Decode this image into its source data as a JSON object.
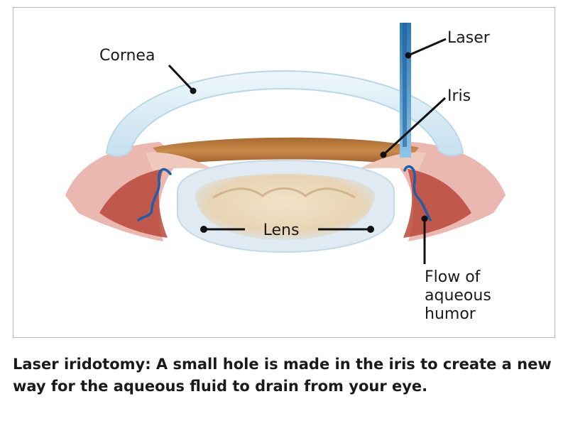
{
  "labels": {
    "cornea": "Cornea",
    "laser": "Laser",
    "iris": "Iris",
    "lens": "Lens",
    "flow_line1": "Flow of",
    "flow_line2": "aqueous",
    "flow_line3": "humor"
  },
  "caption": "Laser iridotomy: A small hole is made in the iris to create a new way for the aqueous fluid to drain from your eye.",
  "colors": {
    "cornea": "#d9ecf6",
    "iris": "#b97a3f",
    "lens": "#e4eef6",
    "tissue": "#e7a9a4",
    "muscle": "#b8493a",
    "laser": "#2b7cb8",
    "flow": "#1f5ea8"
  }
}
